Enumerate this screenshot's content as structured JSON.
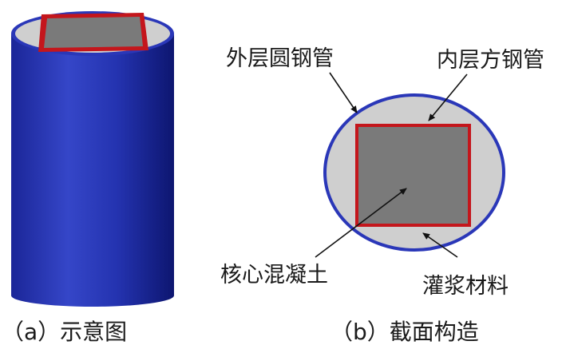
{
  "labels": {
    "outer_tube": "外层圆钢管",
    "inner_tube": "内层方钢管",
    "core": "核心混凝土",
    "grout": "灌浆材料"
  },
  "captions": {
    "a": "（a）示意图",
    "b": "（b）截面构造"
  },
  "colors": {
    "outer_steel_blue": "#2a37b8",
    "inner_steel_red": "#c4161c",
    "concrete_gray": "#7a7a7a",
    "grout_light_gray": "#cfcfcf"
  }
}
